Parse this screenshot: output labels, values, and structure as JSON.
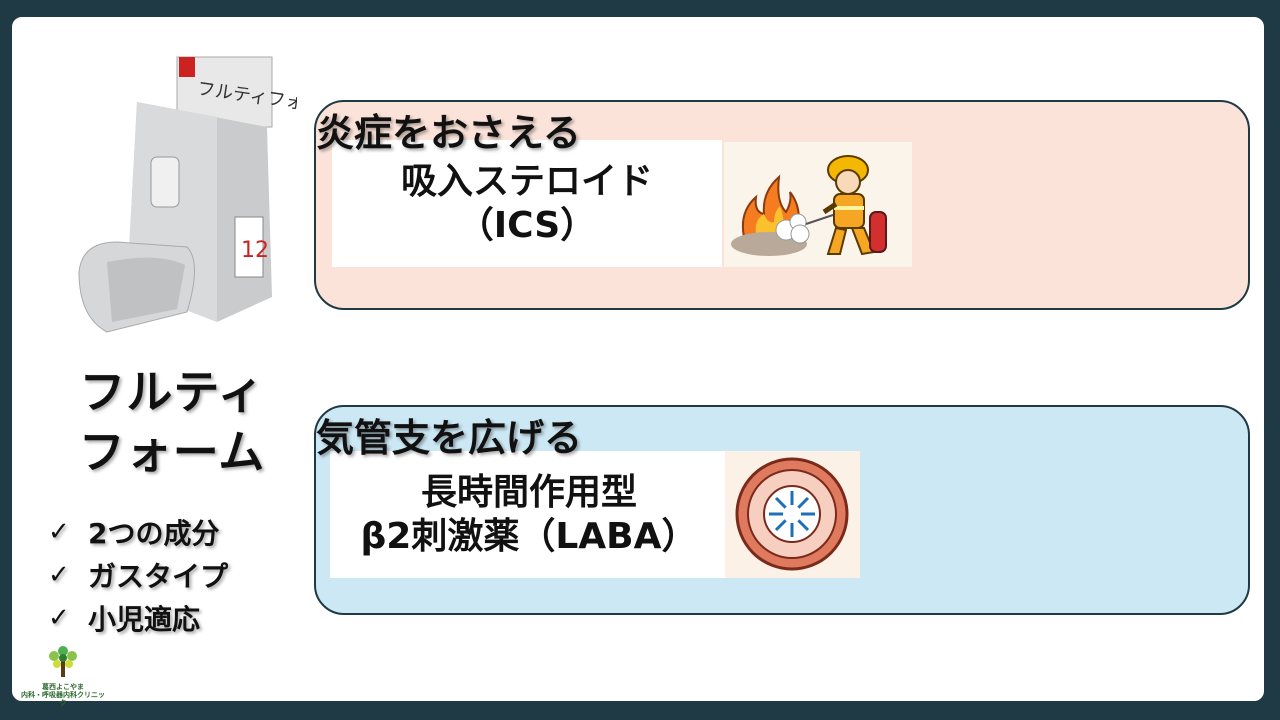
{
  "product": {
    "name_line1": "フルティ",
    "name_line2": "フォーム",
    "canister_label": "フルティフォ",
    "counter_digits": "12"
  },
  "features": [
    {
      "check": "✓",
      "label": "2つの成分"
    },
    {
      "check": "✓",
      "label": "ガスタイプ"
    },
    {
      "check": "✓",
      "label": "小児適応"
    }
  ],
  "components": [
    {
      "line1": "吸入ステロイド",
      "line2": "（ICS）",
      "effect": "炎症をおさえる",
      "icon": "firefighter-extinguishing-fire-icon"
    },
    {
      "line1": "長時間作用型",
      "line2": "β2刺激薬（LABA）",
      "effect": "気管支を広げる",
      "icon": "bronchus-dilation-icon"
    }
  ],
  "logo": {
    "line1": "葛西よこやま",
    "line2": "内科・呼吸器内科クリニック",
    "icon": "tree-logo-icon"
  },
  "colors": {
    "frame": "#1f3a44",
    "ics_box": "#fbe3d9",
    "laba_box": "#cce8f4"
  }
}
